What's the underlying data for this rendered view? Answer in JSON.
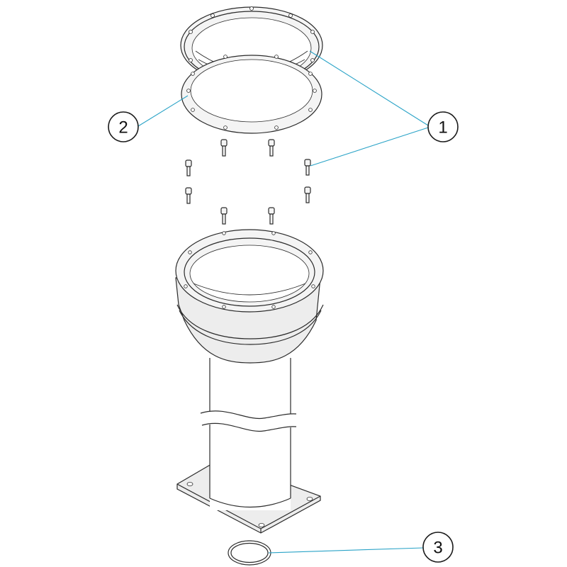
{
  "diagram": {
    "callouts": [
      {
        "id": "1",
        "label": "1"
      },
      {
        "id": "2",
        "label": "2"
      },
      {
        "id": "3",
        "label": "3"
      }
    ],
    "colors": {
      "line": "#2b2b2b",
      "leader": "#2aa3c7",
      "background": "#ffffff"
    }
  }
}
